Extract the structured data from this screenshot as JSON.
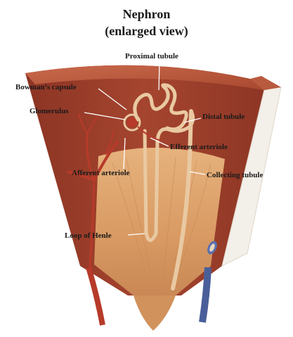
{
  "title": {
    "line1": "Nephron",
    "line2": "(enlarged view)"
  },
  "labels": {
    "proximal_tubule": "Proximal tubule",
    "bowmans_capsule": "Bowman’s capsule",
    "glomerulus": "Glomerulus",
    "distal_tubule": "Distal tubule",
    "efferent_arteriole": "Efferent arteriole",
    "afferent_arteriole": "Afferent arteriole",
    "collecting_tubule": "Collecting tubule",
    "loop_of_henle": "Loop of Henle"
  },
  "colors": {
    "cortex": "#9a3d2c",
    "cortex_top": "#c0583d",
    "medulla": "#d99a63",
    "medulla_light": "#ecc291",
    "tubule": "#e9c9a2",
    "artery": "#b73a2a",
    "vein": "#4a5f9a",
    "label_text": "#1a1a1a",
    "leader_line": "#ffffff"
  }
}
